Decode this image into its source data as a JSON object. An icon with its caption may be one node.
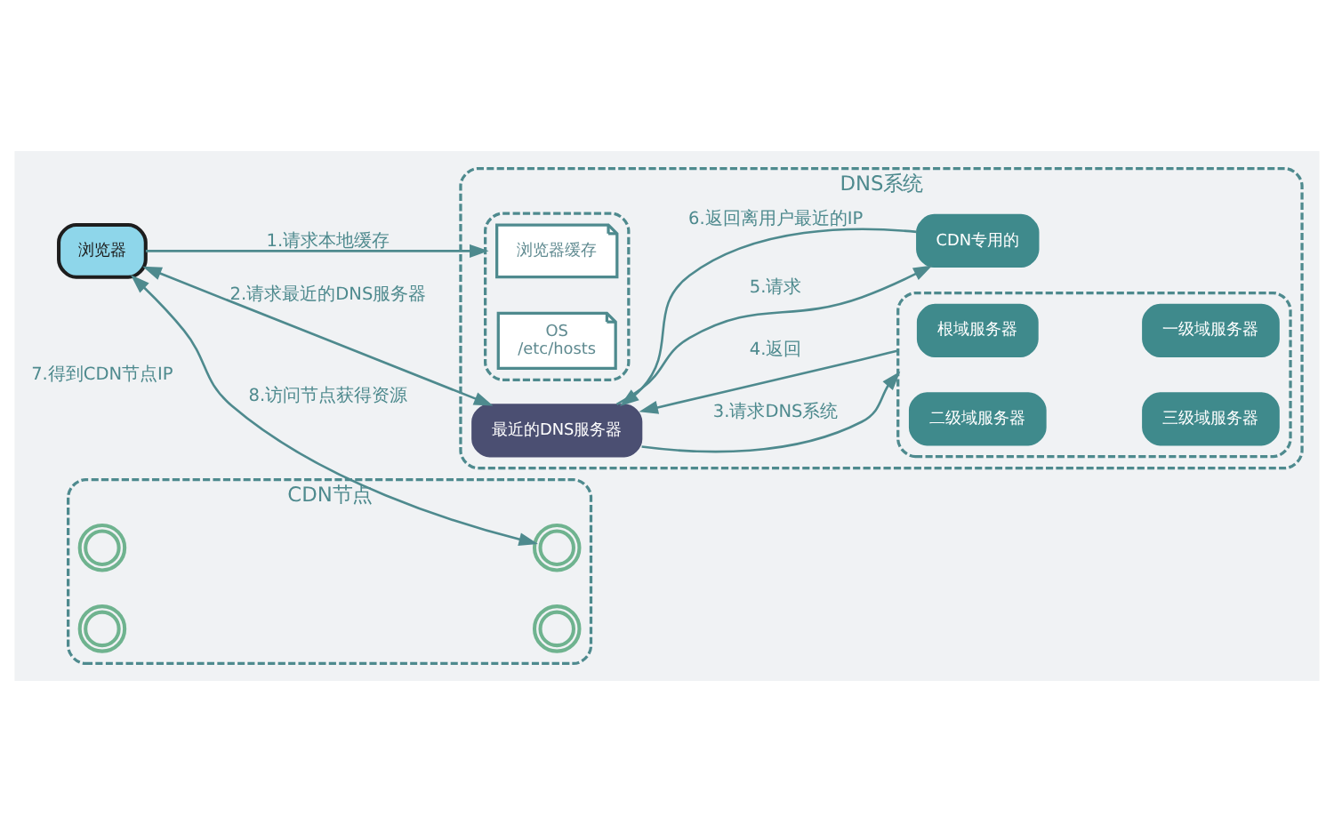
{
  "diagram": {
    "nodes": [
      {
        "text": [
          "DNS系统"
        ]
      },
      {
        "text": [],
        "shape": "box",
        "in": 0
      },
      {
        "text": [
          "浏览器缓存"
        ],
        "in": 1
      },
      {
        "text": [
          "OS",
          "/etc/hosts"
        ],
        "in": 1
      },
      {
        "text": [
          "最近的DNS服务器"
        ],
        "in": 0
      },
      {
        "text": [],
        "shape": "box",
        "in": 0
      },
      {
        "text": [
          "根域服务器"
        ],
        "in": 5
      },
      {
        "text": [
          "一级域服务器"
        ],
        "in": 5
      },
      {
        "text": [
          "二级域服务器"
        ],
        "in": 5
      },
      {
        "text": [
          "三级域服务器"
        ],
        "in": 5
      },
      {
        "text": [
          "CDN专用的"
        ],
        "in": 0
      },
      {
        "text": [
          "浏览器"
        ]
      },
      {
        "text": [
          "CDN节点"
        ]
      },
      {
        "text": [],
        "shape": "picture",
        "in": 12
      },
      {
        "text": [],
        "shape": "picture",
        "in": 12
      },
      {
        "text": [],
        "shape": "picture",
        "in": 12
      },
      {
        "text": [],
        "shape": "picture",
        "in": 12
      }
    ],
    "edges": [
      {
        "from": 11,
        "to": 1,
        "arrow": "to",
        "label": "1.请求本地缓存"
      },
      {
        "from": 11,
        "to": 4,
        "arrow": "both",
        "label": "2.请求最近的DNS服务器"
      },
      {
        "from": 4,
        "to": 5,
        "arrow": "to",
        "label": "3.请求DNS系统"
      },
      {
        "from": 5,
        "to": 4,
        "arrow": "to",
        "label": "4.返回"
      },
      {
        "from": 4,
        "to": 10,
        "arrow": "to",
        "label": "5.请求"
      },
      {
        "from": 10,
        "to": 4,
        "arrow": "to",
        "label": "6.返回离用户最近的IP"
      },
      {
        "from": 11,
        "to": 14,
        "arrow": "both",
        "label": "8.访问节点获得资源"
      }
    ],
    "labels": [
      "7.得到CDN节点IP"
    ]
  }
}
